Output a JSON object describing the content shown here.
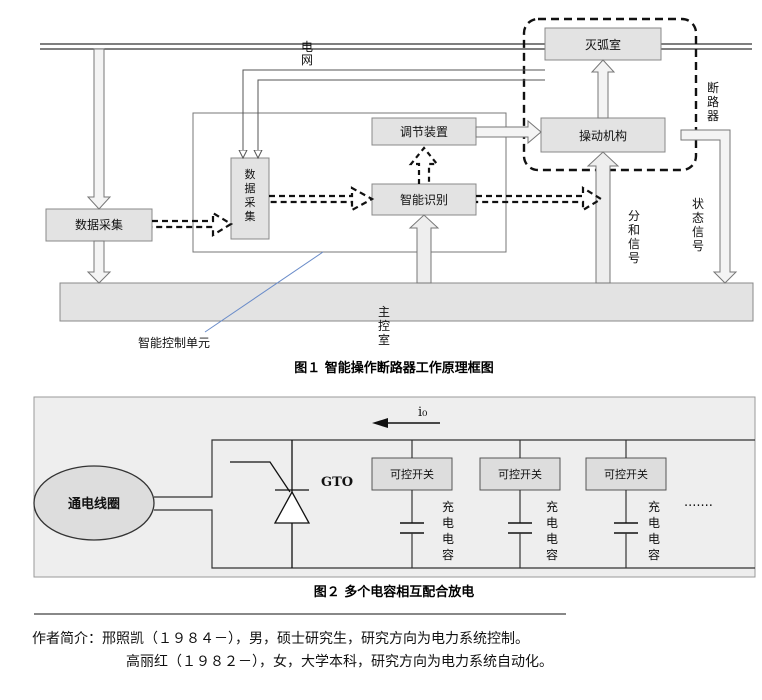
{
  "figure1": {
    "grid_label": [
      "电",
      "网"
    ],
    "arc_chamber": "灭弧室",
    "operating_mechanism": "操动机构",
    "regulating_device": "调节装置",
    "smart_recognition": "智能识别",
    "data_collection_inner": [
      "数",
      "据",
      "采",
      "集"
    ],
    "data_collection_outer": "数据采集",
    "breaker_label": [
      "断",
      "路",
      "器"
    ],
    "open_close_signal": [
      "分",
      "和",
      "信",
      "号"
    ],
    "status_signal": [
      "状",
      "态",
      "信",
      "号"
    ],
    "main_control_room": [
      "主",
      "控",
      "室"
    ],
    "smart_control_unit": "智能控制单元",
    "caption": "图１ 智能操作断路器工作原理框图"
  },
  "figure2": {
    "current_label": "i₀",
    "coil": "通电线圈",
    "gto": "GTO",
    "switches": [
      "可控开关",
      "可控开关",
      "可控开关"
    ],
    "capacitor_label": [
      "充",
      "电",
      "电",
      "容"
    ],
    "ellipsis": "·······",
    "caption": "图２ 多个电容相互配合放电"
  },
  "author": {
    "line1": "作者简介：邢照凯（１９８４－），男，硕士研究生，研究方向为电力系统控制。",
    "line2": "高丽红（１９８２－），女，大学本科，研究方向为电力系统自动化。"
  }
}
